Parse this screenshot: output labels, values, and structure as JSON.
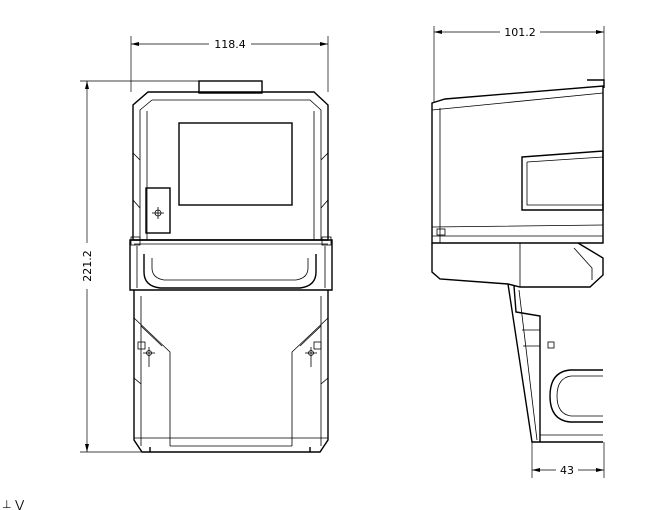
{
  "dimensions": {
    "front_width": "118.4",
    "front_height": "221.2",
    "side_depth": "101.2",
    "side_bottom": "43"
  },
  "corner_mark": "⊥ ⋁"
}
